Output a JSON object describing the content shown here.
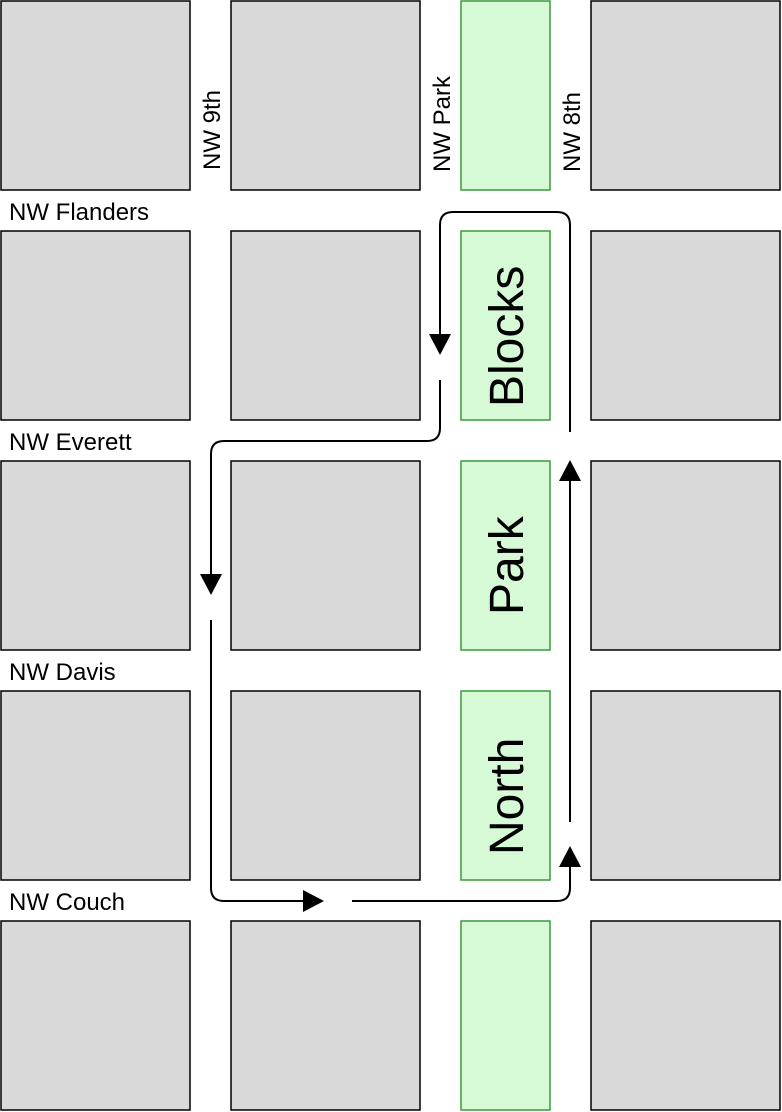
{
  "streets": {
    "avenues": [
      "NW 9th",
      "NW Park",
      "NW 8th"
    ],
    "cross_streets": [
      "NW Flanders",
      "NW Everett",
      "NW Davis",
      "NW Couch"
    ]
  },
  "park": {
    "label_words": [
      "Blocks",
      "Park",
      "North"
    ]
  },
  "colors": {
    "block_fill": "#d9d9d9",
    "park_fill": "#d6fad6",
    "park_stroke": "#3a9a3a",
    "route": "#000000"
  },
  "route": {
    "direction_arrows": [
      "down",
      "down",
      "right",
      "up",
      "up"
    ]
  }
}
